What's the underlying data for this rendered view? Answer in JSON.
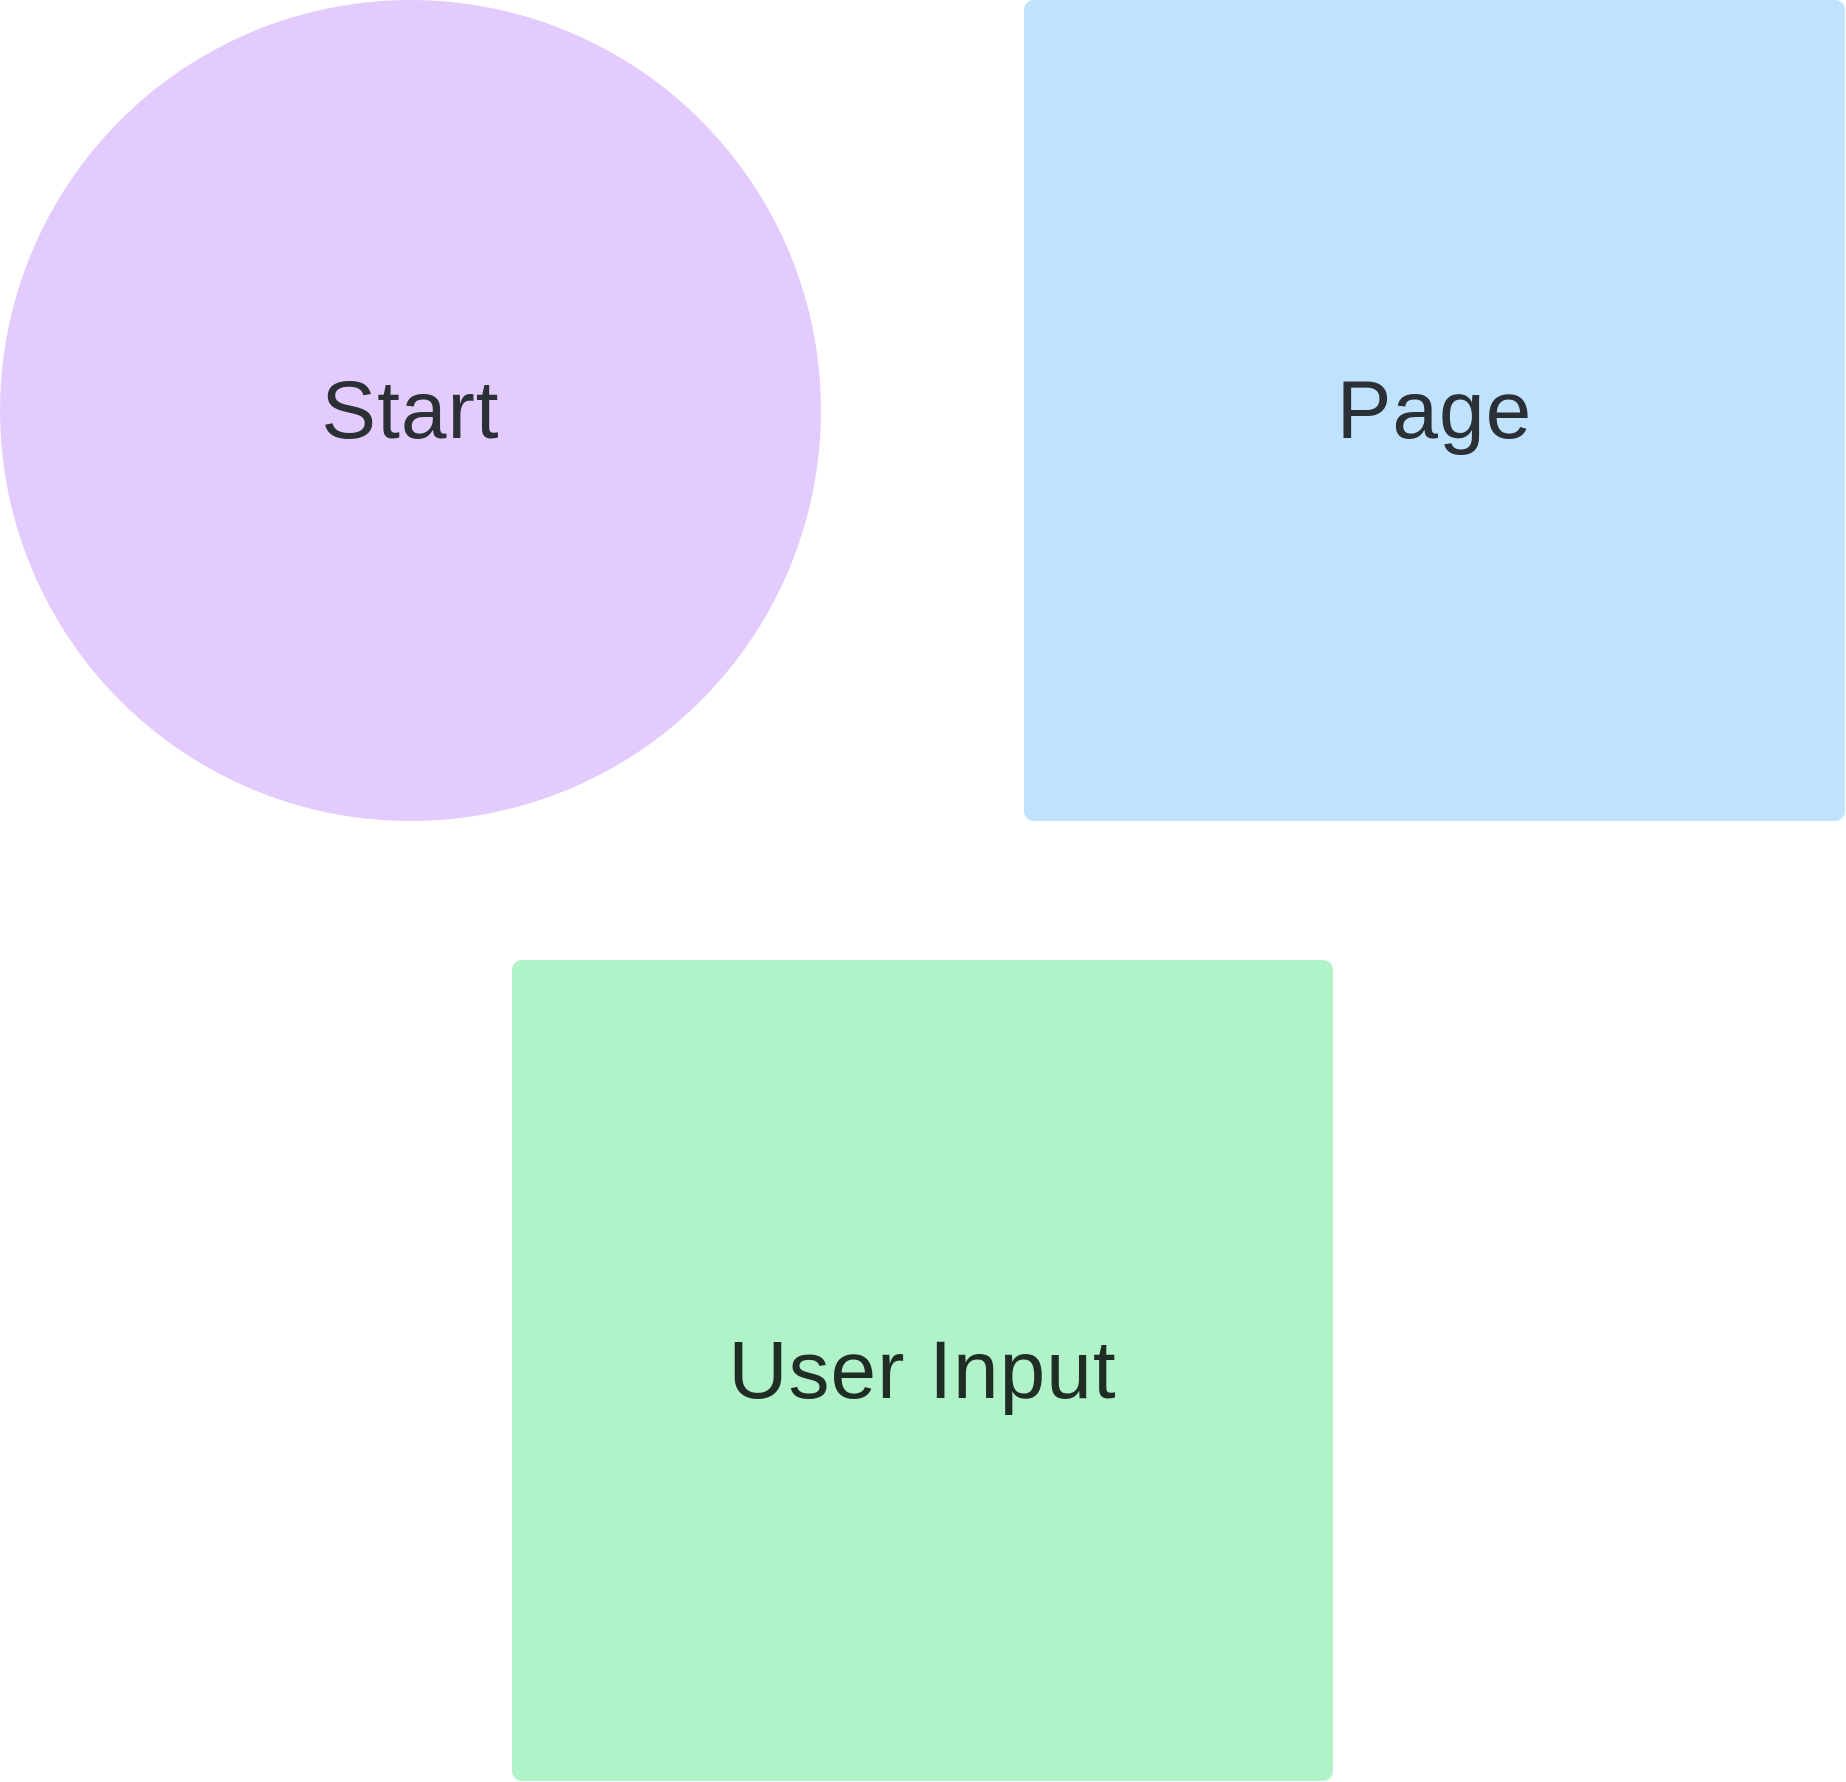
{
  "diagram": {
    "nodes": [
      {
        "id": "start",
        "shape": "ellipse",
        "label": "Start",
        "color": "#e3ccfd"
      },
      {
        "id": "page",
        "shape": "rectangle",
        "label": "Page",
        "color": "#bfe3fc"
      },
      {
        "id": "user_input",
        "shape": "rectangle",
        "label": "User Input",
        "color": "#b0f3c9"
      }
    ]
  }
}
